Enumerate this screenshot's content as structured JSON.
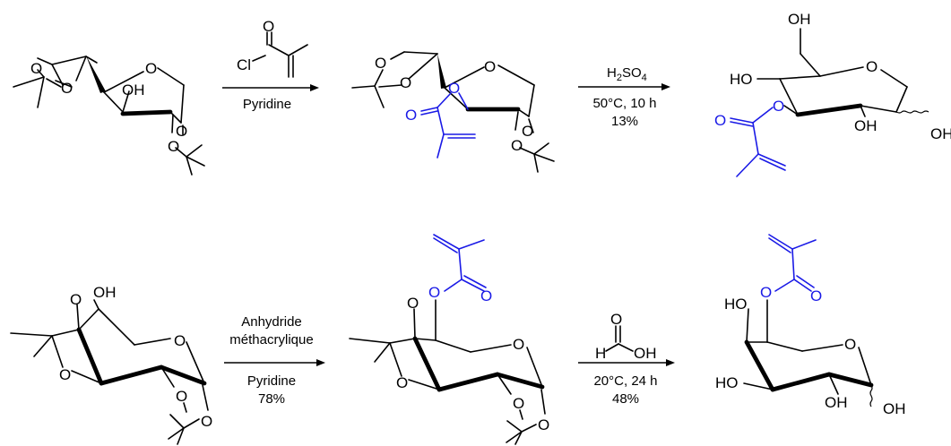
{
  "atoms": {
    "O": "O",
    "OH": "OH",
    "HO": "HO",
    "Cl": "Cl",
    "H": "H"
  },
  "reactions": {
    "r1": {
      "above": "",
      "below": "Pyridine"
    },
    "r2": {
      "above": "H2SO4",
      "line2": "50°C, 10 h",
      "line3": "13%"
    },
    "r3": {
      "above1": "Anhydride",
      "above2": "méthacrylique",
      "below1": "Pyridine",
      "below2": "78%"
    },
    "r4": {
      "below1": "20°C, 24 h",
      "below2": "48%"
    }
  },
  "reagent_h2so4": {
    "base": "H",
    "sub1": "2",
    "mid": "SO",
    "sub2": "4"
  },
  "colors": {
    "ink": "#000000",
    "highlight": "#1a1ae6"
  }
}
